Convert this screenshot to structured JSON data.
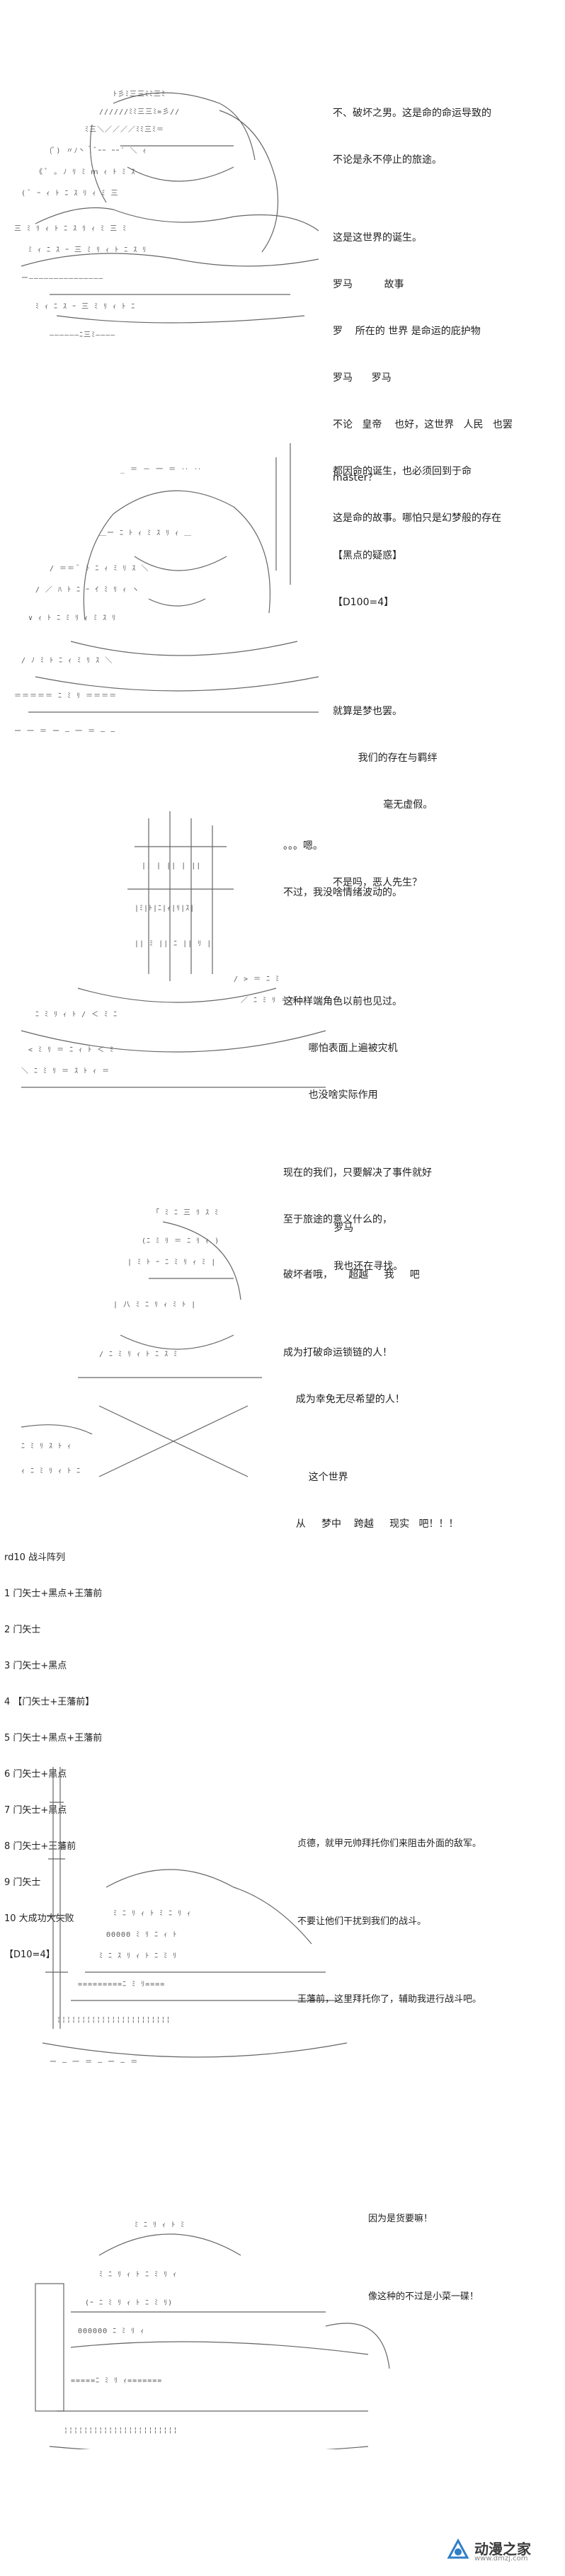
{
  "panel1": {
    "lines": [
      "不、破坏之男。这是命的命运导致的",
      "不论是永不停止的旅途。",
      "",
      "这是这世界的诞生。",
      "罗马          故事",
      "罗    所在的 世界 是命运的庇护物",
      "罗马      罗马",
      "不论   皇帝    也好，这世界   人民   也罢",
      "都因命的诞生，也必须回到于命",
      "这是命的故事。哪怕只是幻梦般的存在"
    ]
  },
  "panel2": {
    "lines": [
      "master？",
      "",
      "【黑点的疑惑】",
      "【D100=4】",
      "",
      "",
      "就算是梦也罢。",
      "        我们的存在与羁绊",
      "                毫无虚假。",
      "",
      "不是吗，恶人先生？"
    ]
  },
  "panel3": {
    "lines": [
      "。。。嗯。",
      "不过，我没啥情绪波动的。",
      "",
      "",
      "这种样端角色以前也见过。",
      "        哪怕表面上遍被灾机",
      "        也没啥实际作用",
      "",
      "现在的我们，只要解决了事件就好",
      "至于旅途的意义什么的，",
      "                我也还在寻找。"
    ]
  },
  "panel4": {
    "lines": [
      "                罗马",
      "破坏者哦，     超越     我     吧",
      "",
      "成为打破命运锁链的人！",
      "    成为幸免无尽希望的人！",
      "",
      "        这个世界",
      "    从     梦中    跨越     现实   吧！！！"
    ]
  },
  "panel5": {
    "lines": [
      "rd10 战斗阵列",
      "1 门矢士+黑点+王藩前",
      "2 门矢士",
      "3 门矢士+黑点",
      "4 【门矢士+王藩前】",
      "5 门矢士+黑点+王藩前",
      "6 门矢士+黑点",
      "7 门矢士+黑点",
      "8 门矢士+王藩前",
      "9 门矢士",
      "10 大成功大失败",
      "【D10=4】"
    ]
  },
  "panel6": {
    "lines": [
      "贞德，就甲元帅拜托你们来阻击外面的敌军。",
      "",
      "不要让他们干扰到我们的战斗。",
      "",
      "王藩前，这里拜托你了，辅助我进行战斗吧。"
    ]
  },
  "panel7": {
    "lines": [
      "因为是货要嘛！",
      "",
      "像这种的不过是小菜一碟！"
    ]
  },
  "logo": {
    "name": "动漫之家",
    "url": "www.dmzj.com",
    "icon": "dmzj-logo-icon"
  },
  "colors": {
    "text": "#222222",
    "art": "#555555",
    "logo_blue": "#2f7fc8"
  }
}
